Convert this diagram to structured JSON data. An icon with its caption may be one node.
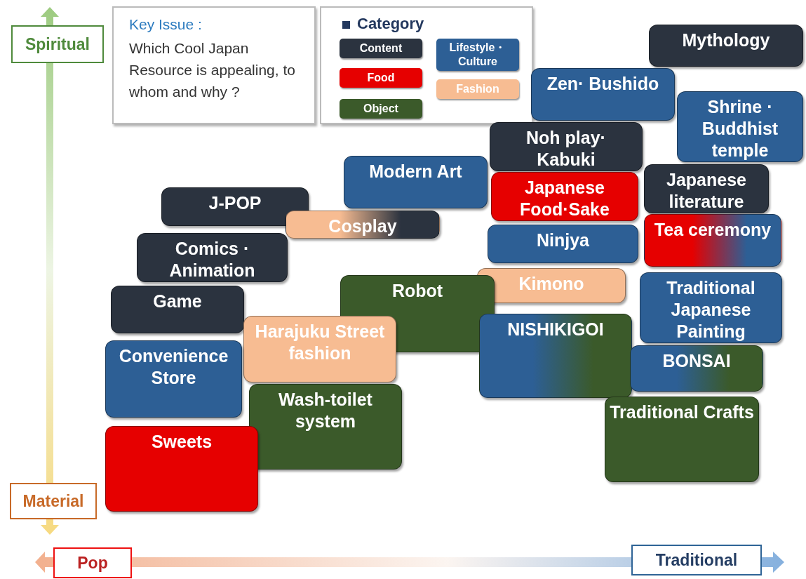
{
  "diagram": {
    "nodes": [
      {
        "text": [
          "Spiritual"
        ]
      },
      {
        "text": [
          "Key Issue :",
          "Which Cool Japan Resource is appealing, to whom and why ?"
        ]
      },
      {
        "text": [
          "Category"
        ]
      },
      {
        "text": [
          "Mythology"
        ]
      },
      {
        "text": [
          "Zen· Bushido"
        ]
      },
      {
        "text": [
          "Shrine · Buddhist temple"
        ]
      },
      {
        "text": [
          "Noh play· Kabuki"
        ]
      },
      {
        "text": [
          "Modern Art"
        ]
      },
      {
        "text": [
          "Japanese Food·Sake"
        ]
      },
      {
        "text": [
          "Japanese literature"
        ]
      },
      {
        "text": [
          "J-POP"
        ]
      },
      {
        "text": [
          "Cosplay"
        ]
      },
      {
        "text": [
          "Ninjya"
        ]
      },
      {
        "text": [
          "Tea ceremony"
        ]
      },
      {
        "text": [
          "Comics · Animation"
        ]
      },
      {
        "text": [
          "Kimono"
        ]
      },
      {
        "text": [
          "Traditional Japanese Painting"
        ]
      },
      {
        "text": [
          "Robot"
        ]
      },
      {
        "text": [
          "Game"
        ]
      },
      {
        "text": [
          "NISHIKIGOI"
        ]
      },
      {
        "text": [
          "Harajuku Street fashion"
        ]
      },
      {
        "text": [
          "Convenience Store"
        ]
      },
      {
        "text": [
          "BONSAI"
        ]
      },
      {
        "text": [
          "Wash-toilet system"
        ]
      },
      {
        "text": [
          "Traditional Crafts"
        ]
      },
      {
        "text": [
          "Sweets"
        ]
      },
      {
        "text": [
          "Material"
        ]
      },
      {
        "text": [
          "Pop"
        ]
      },
      {
        "text": [
          "Traditional"
        ]
      }
    ],
    "edges": [],
    "legend": [
      {
        "text": "Content",
        "color": "#2b333f"
      },
      {
        "text": "Food",
        "color": "#e60000"
      },
      {
        "text": "Object",
        "color": "#3b5a2a"
      },
      {
        "text": "Lifestyle・Culture",
        "color": "#2d5f95"
      },
      {
        "text": "Fashion",
        "color": "#f7bc92"
      }
    ]
  }
}
